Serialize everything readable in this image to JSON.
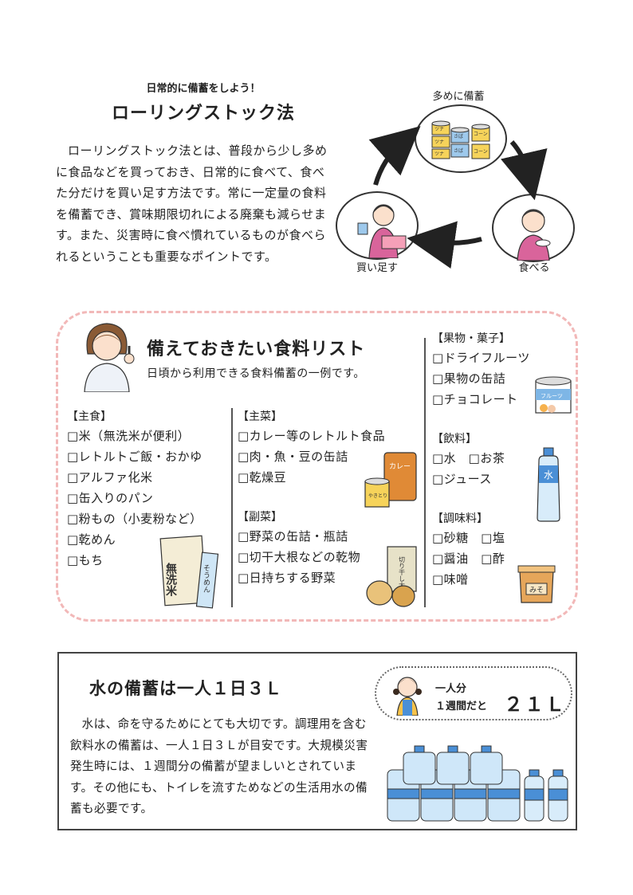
{
  "intro": {
    "subtitle": "日常的に備蓄をしよう！",
    "title": "ローリングストック法",
    "body": "ローリングストック法とは、普段から少し多めに食品などを買っておき、日常的に食べて、食べた分だけを買い足す方法です。常に一定量の食料を備蓄でき、賞味期限切れによる廃棄も減らせます。また、災害時に食べ慣れているものが食べられるということも重要なポイントです。"
  },
  "cycle": {
    "stock_label": "多めに備蓄",
    "eat_label": "食べる",
    "buy_label": "買い足す",
    "can_labels": [
      "ツナ",
      "ツナ",
      "さば",
      "ツナ",
      "さば",
      "コーン",
      "コーン"
    ]
  },
  "food_list": {
    "title": "備えておきたい食料リスト",
    "subtitle": "日頃から利用できる食料備蓄の一例です。",
    "staple": {
      "heading": "【主食】",
      "items": [
        "□米（無洗米が便利）",
        "□レトルトご飯・おかゆ",
        "□アルファ化米",
        "□缶入りのパン",
        "□粉もの（小麦粉など）",
        "□乾めん",
        "□もち"
      ],
      "package_labels": [
        "無洗米",
        "そうめん"
      ]
    },
    "main_dish": {
      "heading": "【主菜】",
      "items": [
        "□カレー等のレトルト食品",
        "□肉・魚・豆の缶詰",
        "□乾燥豆"
      ],
      "package_labels": [
        "カレー",
        "やきとり"
      ]
    },
    "side_dish": {
      "heading": "【副菜】",
      "items": [
        "□野菜の缶詰・瓶詰",
        "□切干大根などの乾物",
        "□日持ちする野菜"
      ],
      "package_labels": [
        "切り干し大根"
      ]
    },
    "fruit_sweets": {
      "heading": "【果物・菓子】",
      "items": [
        "□ドライフルーツ",
        "□果物の缶詰",
        "□チョコレート"
      ],
      "package_labels": [
        "フルーツ"
      ]
    },
    "drinks": {
      "heading": "【飲料】",
      "items": [
        "□水　□お茶",
        "□ジュース"
      ],
      "package_labels": [
        "水"
      ]
    },
    "seasonings": {
      "heading": "【調味料】",
      "items": [
        "□砂糖　□塩",
        "□醤油　□酢",
        "□味噌"
      ],
      "package_labels": [
        "みそ"
      ]
    }
  },
  "water": {
    "title": "水の備蓄は一人１日３Ｌ",
    "body": "水は、命を守るためにとても大切です。調理用を含む飲料水の備蓄は、一人１日３Ｌが目安です。大規模災害発生時には、１週間分の備蓄が望ましいとされています。その他にも、トイレを流すためなどの生活用水の備蓄も必要です。",
    "badge_line1": "一人分",
    "badge_line2": "１週間だと",
    "badge_amount": "２１Ｌ"
  }
}
